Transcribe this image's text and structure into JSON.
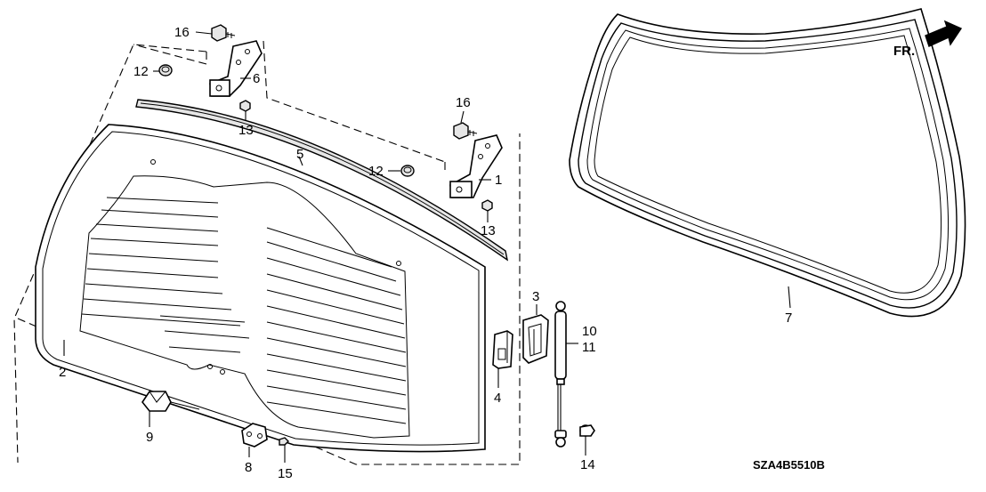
{
  "diagram": {
    "callouts": [
      {
        "id": "16a",
        "text": "16"
      },
      {
        "id": "12a",
        "text": "12"
      },
      {
        "id": "6",
        "text": "6"
      },
      {
        "id": "13a",
        "text": "13"
      },
      {
        "id": "16b",
        "text": "16"
      },
      {
        "id": "5",
        "text": "5"
      },
      {
        "id": "12b",
        "text": "12"
      },
      {
        "id": "1",
        "text": "1"
      },
      {
        "id": "13b",
        "text": "13"
      },
      {
        "id": "2",
        "text": "2"
      },
      {
        "id": "3",
        "text": "3"
      },
      {
        "id": "4",
        "text": "4"
      },
      {
        "id": "10",
        "text": "10"
      },
      {
        "id": "11",
        "text": "11"
      },
      {
        "id": "9",
        "text": "9"
      },
      {
        "id": "8",
        "text": "8"
      },
      {
        "id": "15",
        "text": "15"
      },
      {
        "id": "14",
        "text": "14"
      },
      {
        "id": "7",
        "text": "7"
      }
    ],
    "direction_label": "FR.",
    "diagram_code": "SZA4B5510B"
  }
}
